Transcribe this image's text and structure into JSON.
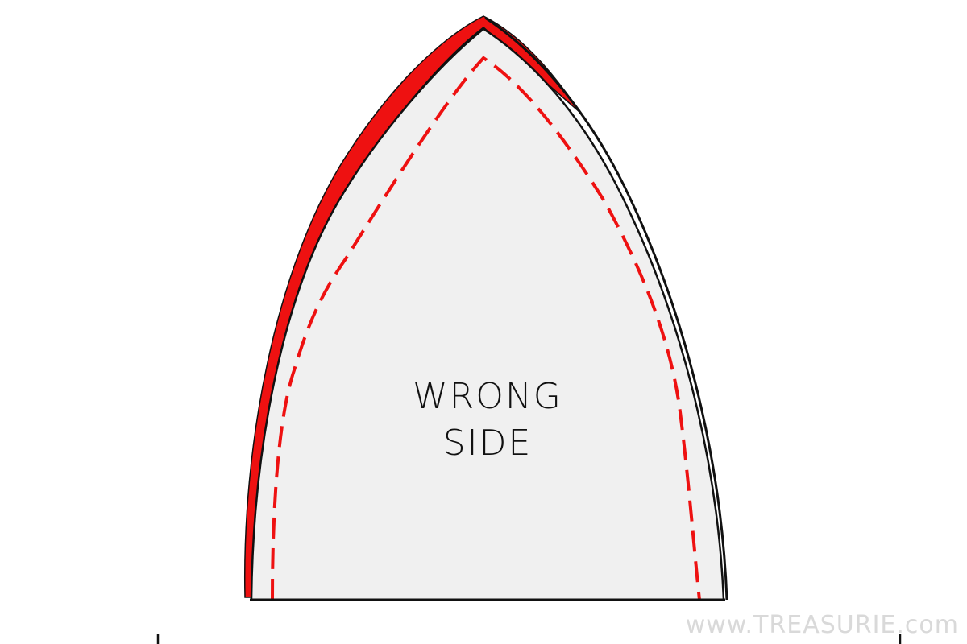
{
  "diagram": {
    "label_lines": [
      "WRONG",
      "SIDE"
    ],
    "watermark": "www.TREASURIE.com"
  },
  "colors": {
    "background": "#ffffff",
    "fabric_fill": "#f0f0f0",
    "outline": "#111111",
    "accent_edge": "#ee1111",
    "stitch_line": "#ee1111",
    "watermark": "#d9d9d9"
  }
}
